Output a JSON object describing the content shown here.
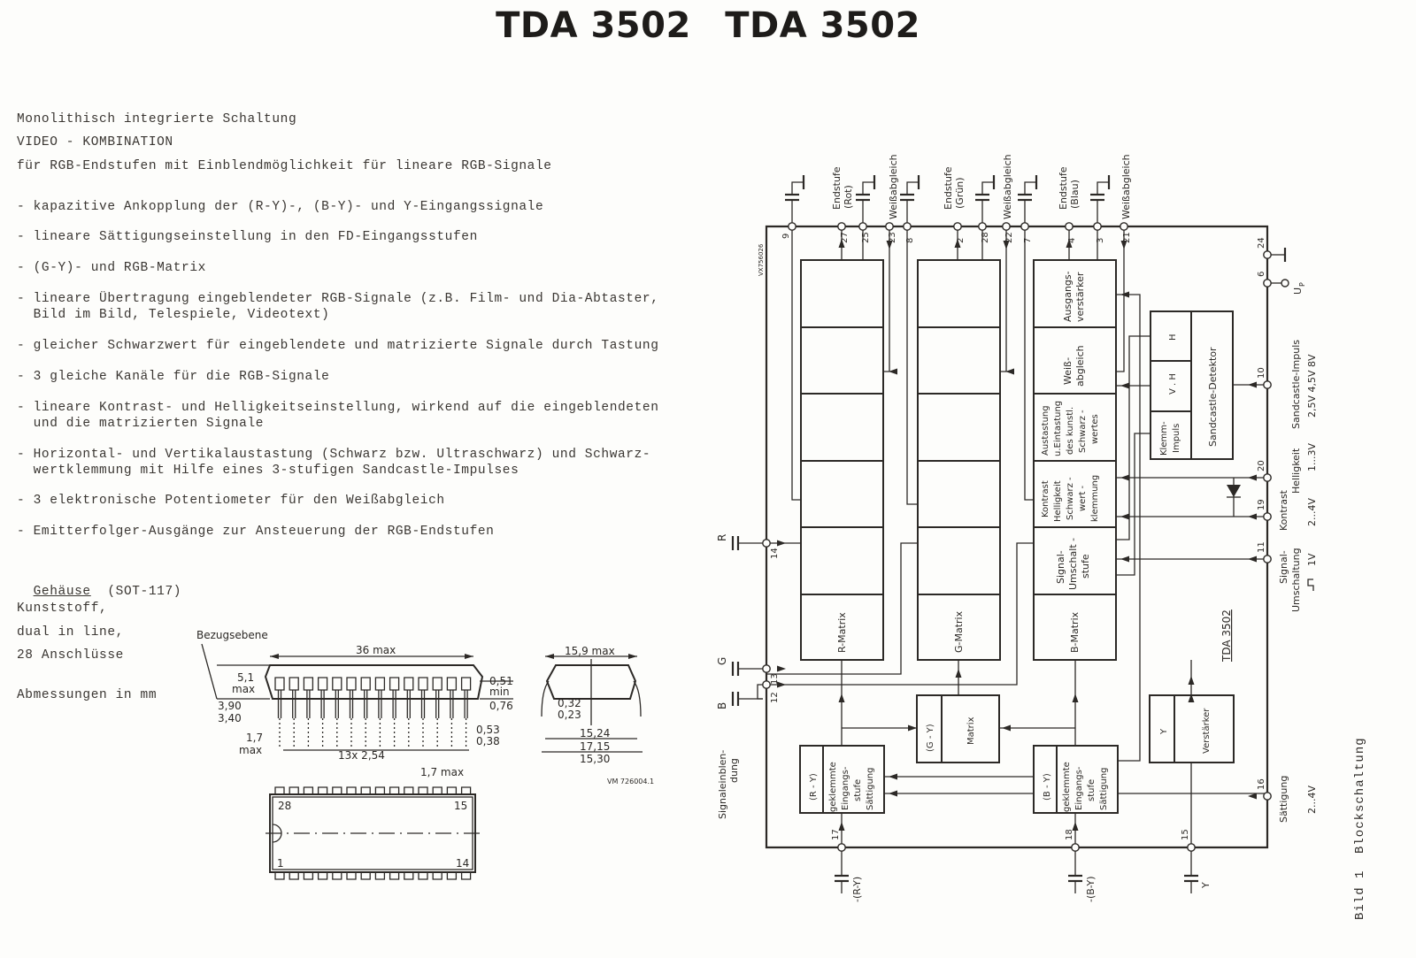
{
  "title": [
    "TDA 3502",
    "TDA 3502"
  ],
  "intro": [
    "Monolithisch integrierte Schaltung",
    "VIDEO - KOMBINATION",
    "für RGB-Endstufen mit Einblendmöglichkeit für lineare RGB-Signale"
  ],
  "features": [
    "- kapazitive Ankopplung der (R-Y)-, (B-Y)- und Y-Eingangssignale",
    "- lineare Sättigungseinstellung in den FD-Eingangsstufen",
    "- (G-Y)- und RGB-Matrix",
    "- lineare Übertragung eingeblendeter RGB-Signale (z.B. Film- und Dia-Abtaster,\n  Bild im Bild, Telespiele, Videotext)",
    "- gleicher Schwarzwert für eingeblendete und matrizierte Signale durch Tastung",
    "- 3 gleiche Kanäle für die RGB-Signale",
    "- lineare Kontrast- und Helligkeitseinstellung, wirkend auf die eingeblendeten\n  und die matrizierten Signale",
    "- Horizontal- und Vertikalaustastung (Schwarz bzw. Ultraschwarz) und Schwarz-\n  wertklemmung mit Hilfe eines 3-stufigen Sandcastle-Impulses",
    "- 3 elektronische Potentiometer für den Weißabgleich",
    "- Emitterfolger-Ausgänge zur Ansteuerung der RGB-Endstufen"
  ],
  "package": {
    "heading": "Gehäuse",
    "code": "(SOT-117)",
    "lines": [
      "Kunststoff,",
      "dual in line,",
      "28 Anschlüsse"
    ],
    "units": "Abmessungen in mm"
  },
  "drawing": {
    "reference_plane": "Bezugsebene",
    "length": "36 max",
    "height_a": "5,1",
    "height_a2": "max",
    "height_b": "3,90",
    "height_c": "3,40",
    "standoff_a": "0,51",
    "standoff_b": "min",
    "lead_thk": "0,76",
    "lead_w1": "0,53",
    "lead_w2": "0,38",
    "edge_a": "1,7",
    "edge_b": "max",
    "pitch": "13x 2,54",
    "width": "15,9 max",
    "lead_t1": "0,32",
    "lead_t2": "0,23",
    "row_spacing": "15,24",
    "span_a": "17,15",
    "span_b": "15,30",
    "drawing_no": "VM 726004.1",
    "tab": "1,7 max",
    "pin_28": "28",
    "pin_15": "15",
    "pin_1": "1",
    "pin_14": "14"
  },
  "diagram": {
    "ref_code": "VX756026",
    "chip_label": "TDA 3502",
    "caption_num": "Bild 1",
    "caption": "Blockschaltung",
    "top_labels": {
      "endstufe_rot": [
        "Endstufe",
        "(Rot)"
      ],
      "endstufe_gruen": [
        "Endstufe",
        "(Grün)"
      ],
      "endstufe_blau": [
        "Endstufe",
        "(Blau)"
      ],
      "weissabgleich": "Weißabgleich"
    },
    "top_pins": [
      "9",
      "27",
      "25",
      "23",
      "8",
      "2",
      "28",
      "22",
      "7",
      "4",
      "3",
      "21"
    ],
    "right_pins": [
      "24",
      "6",
      "10",
      "20",
      "19",
      "11",
      "16"
    ],
    "left_pins": [
      "14",
      "13",
      "12"
    ],
    "bottom_pins": [
      "17",
      "18",
      "15"
    ],
    "blocks": {
      "ausgangs": [
        "Ausgangs-",
        "verstärker"
      ],
      "weiss": [
        "Weiß-",
        "abgleich"
      ],
      "austastung": [
        "Austastung",
        "u.Eintastung",
        "des kunstl.",
        "Schwarz -",
        "wertes"
      ],
      "kontrast": [
        "Kontrast",
        "Helligkeit",
        "Schwarz -",
        "wert -",
        "klemmung"
      ],
      "signal": [
        "Signal-",
        "Umschalt -",
        "stufe"
      ],
      "r_matrix": "R-Matrix",
      "g_matrix": "G-Matrix",
      "b_matrix": "B-Matrix",
      "gy": "(G - Y)",
      "matrix": "Matrix",
      "ry": "(R - Y)",
      "by": "(B - Y)",
      "eingang": [
        "geklemmte",
        "Eingangs-",
        "stufe",
        "Sättigung"
      ],
      "y": "Y",
      "verstaerker": "Verstärker",
      "h": "H",
      "vh": "V . H",
      "klemm": [
        "Klemm-",
        "Impuls"
      ],
      "sandcastle_det": "Sandcastle-Detektor"
    },
    "right_labels": {
      "up": "U",
      "up_sub": "P",
      "sandcastle": "Sandcastle-Impuls",
      "sandcastle_v": "2,5V  4,5V  8V",
      "helligkeit": "Helligkeit",
      "helligkeit_v": "1...3V",
      "kontrast": "Kontrast",
      "kontrast_v": "2...4V",
      "signal": [
        "Signal-",
        "Umschaltung"
      ],
      "signal_v": "1V",
      "saettigung": "Sättigung",
      "saettigung_v": "2...4V"
    },
    "left_labels": {
      "r": "R",
      "g": "G",
      "b": "B",
      "einblendung": [
        "Signaleinblen-",
        "dung"
      ]
    },
    "bottom_labels": {
      "ry": "-(R-Y)",
      "by": "-(B-Y)",
      "y": "Y"
    }
  }
}
